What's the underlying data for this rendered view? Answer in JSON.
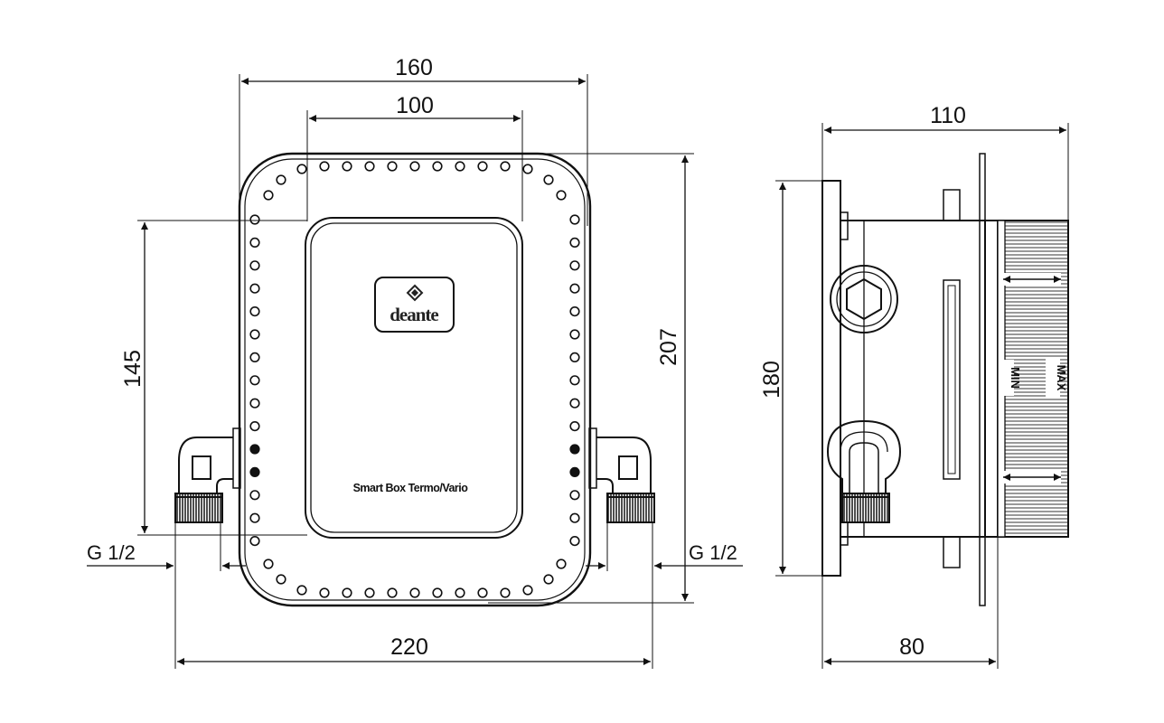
{
  "dimensions": {
    "width_160": "160",
    "width_100": "100",
    "width_220": "220",
    "height_145": "145",
    "height_207": "207",
    "depth_110": "110",
    "height_180": "180",
    "depth_80": "80"
  },
  "threads": {
    "left": "G 1/2",
    "right": "G 1/2"
  },
  "brand": {
    "logo_text": "deante",
    "model_label": "Smart Box Termo/Vario"
  },
  "side_view": {
    "min_label": "MIN",
    "max_label": "MAX"
  }
}
